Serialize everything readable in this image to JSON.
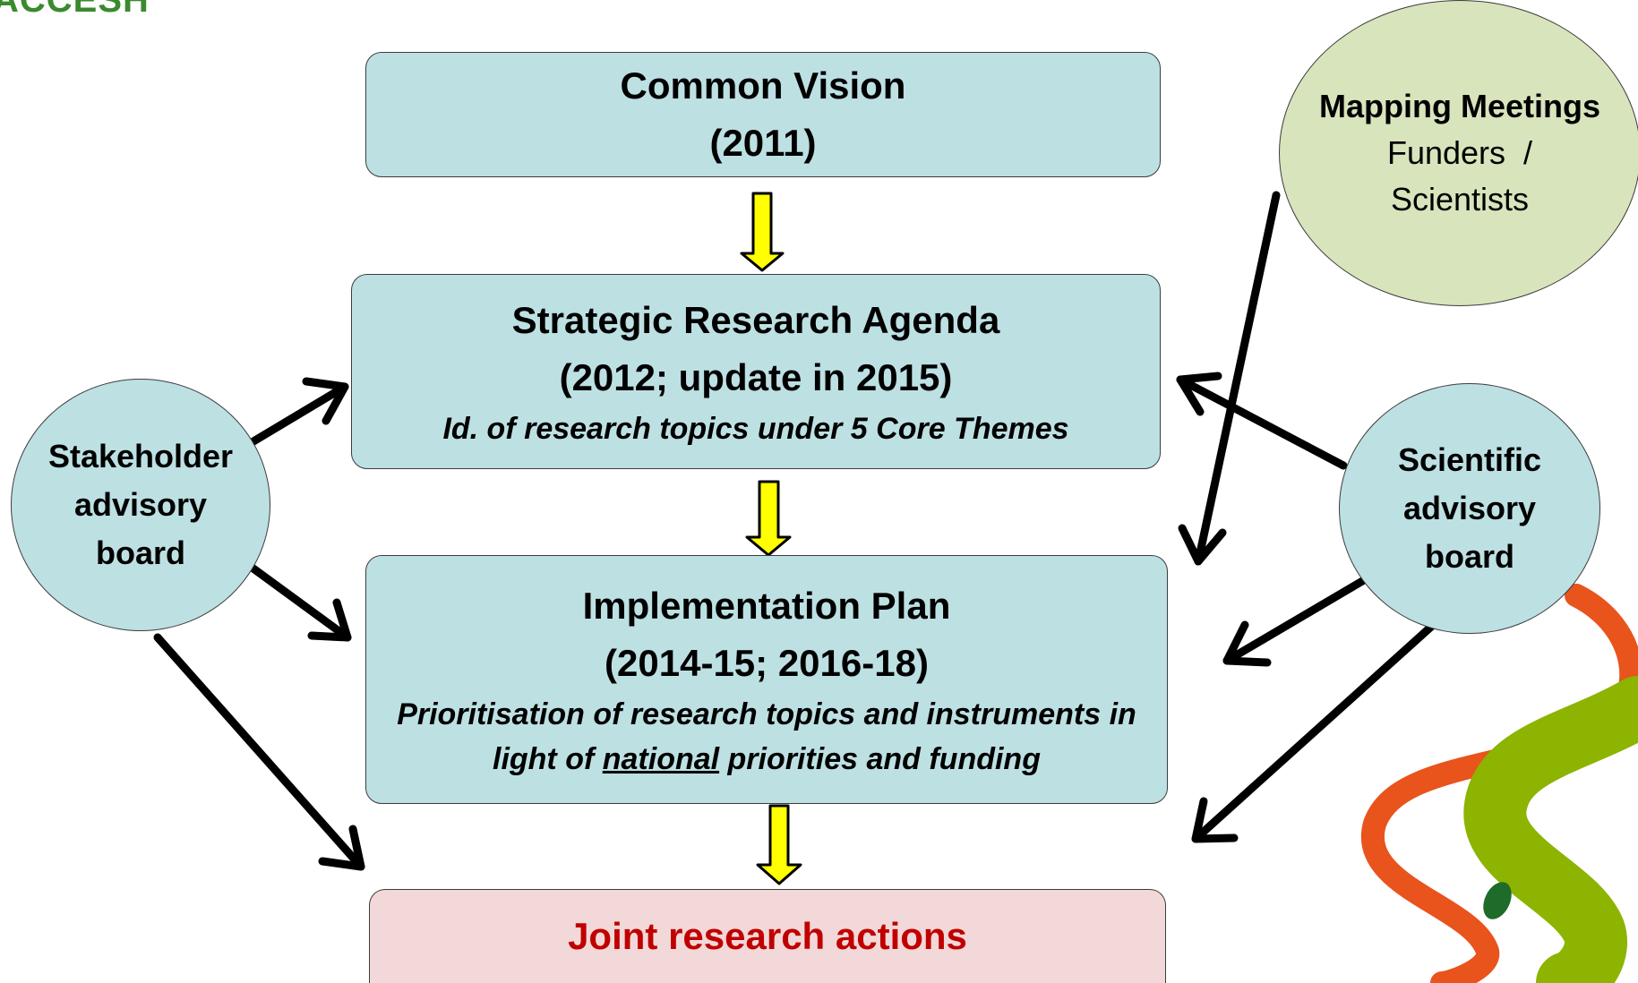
{
  "logo": {
    "text": "ACCESH"
  },
  "boxes": {
    "vision": {
      "title": "Common Vision",
      "year": "(2011)"
    },
    "sra": {
      "title": "Strategic Research Agenda",
      "year": "(2012; update in 2015)",
      "note": "Id. of research topics under 5 Core Themes"
    },
    "plan": {
      "title": "Implementation Plan",
      "year": "(2014-15; 2016-18)",
      "note_line1": "Prioritisation of research topics and instruments in",
      "note_line2_pre": "light of ",
      "note_line2_underlined": "national",
      "note_line2_post": " priorities and funding"
    },
    "joint": {
      "title": "Joint research actions"
    }
  },
  "circles": {
    "stakeholder": {
      "line1": "Stakeholder",
      "line2": "advisory",
      "line3": "board"
    },
    "scientific": {
      "line1": "Scientific",
      "line2": "advisory",
      "line3": "board"
    },
    "mapping": {
      "title": "Mapping Meetings",
      "line2": "Funders  /",
      "line3": "Scientists"
    }
  },
  "colors": {
    "box_fill": "#bde0e3",
    "joint_fill": "#f2d8d8",
    "joint_text": "#c00000",
    "mapping_fill": "#d8e4bc",
    "flow_arrow": "#ffff00",
    "logo": "#3a8a2e"
  }
}
